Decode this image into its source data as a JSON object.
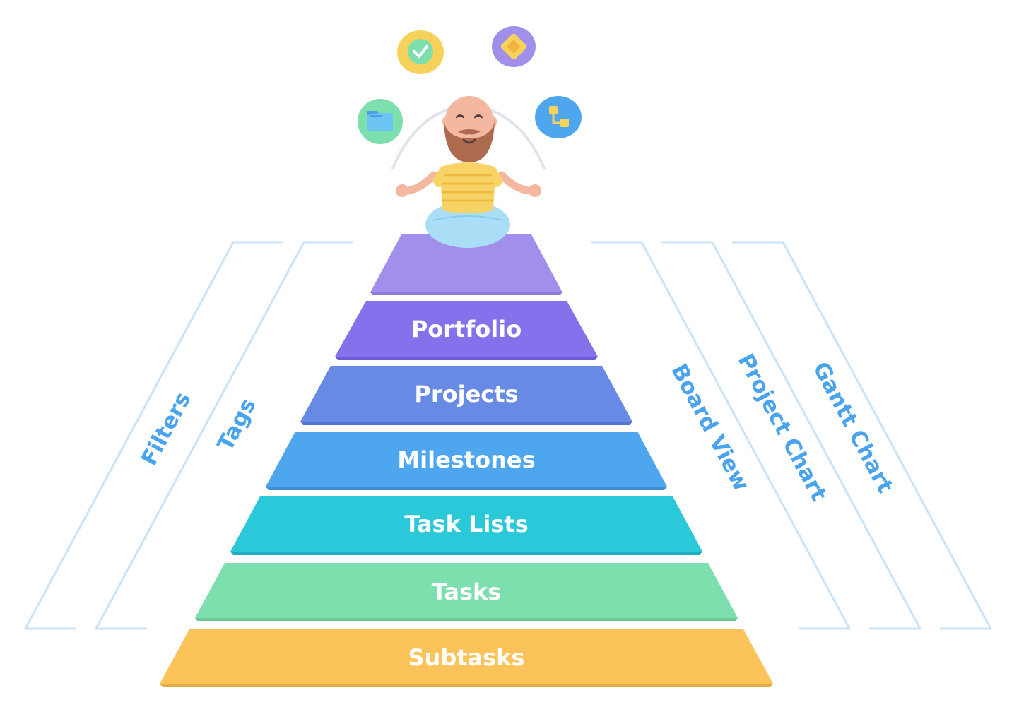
{
  "pyramid": {
    "tiers": [
      {
        "label": "",
        "color": "#a28feb"
      },
      {
        "label": "Portfolio",
        "color": "#8471ec"
      },
      {
        "label": "Projects",
        "color": "#6889e4"
      },
      {
        "label": "Milestones",
        "color": "#4ea6ee"
      },
      {
        "label": "Task Lists",
        "color": "#2ac8d8"
      },
      {
        "label": "Tasks",
        "color": "#7ddfad"
      },
      {
        "label": "Subtasks",
        "color": "#fcc35a"
      }
    ]
  },
  "left_labels": {
    "filters": "Filters",
    "tags": "Tags"
  },
  "right_labels": {
    "board_view": "Board View",
    "project_chart": "Project Chart",
    "gantt_chart": "Gantt Chart"
  },
  "colors": {
    "label_blue": "#4aa3ee",
    "bracket_blue": "#c9e3f8"
  },
  "illustration": {
    "character": "meditating-person",
    "icons": [
      "folder-icon",
      "checkmark-icon",
      "diamond-icon",
      "hierarchy-icon"
    ]
  }
}
